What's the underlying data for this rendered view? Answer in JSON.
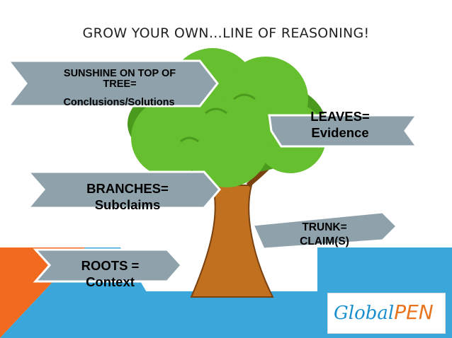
{
  "title": "GROW YOUR OWN…LINE OF REASONING!",
  "labels": {
    "sunshine_line1": "SUNSHINE ON TOP OF",
    "sunshine_line2": "TREE=",
    "sunshine_line3": "Conclusions/Solutions",
    "leaves_line1": "LEAVES=",
    "leaves_line2": "Evidence",
    "branches_line1": "BRANCHES=",
    "branches_line2": "Subclaims",
    "trunk_line1": "TRUNK=",
    "trunk_line2": "CLAIM(S)",
    "roots_line1": "ROOTS =",
    "roots_line2": "Context"
  },
  "logo": {
    "part1": "Global",
    "part2": "PEN"
  },
  "colors": {
    "arrow_fill": "#8fa2ac",
    "foliage": "#66bf2e",
    "foliage_dark": "#4a9a1d",
    "trunk": "#c0701e",
    "accent_blue": "#3aa6d9",
    "accent_orange": "#f26a1f"
  }
}
